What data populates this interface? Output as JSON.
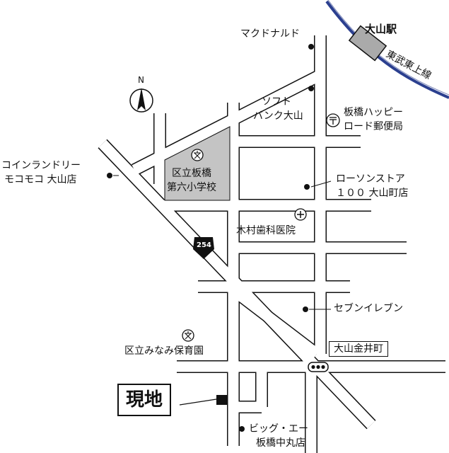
{
  "station": {
    "name": "大山駅",
    "line": "東武東上線"
  },
  "compass": {
    "label": "N"
  },
  "route": {
    "number": "254"
  },
  "site": {
    "label": "現地"
  },
  "intersection": {
    "label": "大山金井町"
  },
  "landmarks": {
    "mcdonalds": "マクドナルド",
    "softbank_l1": "ソフト",
    "softbank_l2": "バンク大山",
    "post_l1": "板橋ハッピー",
    "post_l2": "ロード郵便局",
    "laundry_l1": "コインランドリー",
    "laundry_l2": "モコモコ 大山店",
    "school_l1": "区立板橋",
    "school_l2": "第六小学校",
    "lawson_l1": "ローソンストア",
    "lawson_l2": "１００ 大山町店",
    "dental": "木村歯科医院",
    "seven": "セブンイレブン",
    "nursery": "区立みなみ保育園",
    "bigA_l1": "ビッグ・エー",
    "bigA_l2": "板橋中丸店"
  },
  "colors": {
    "school_fill": "#c4c4c4",
    "rail_dark": "#2b3f8f"
  }
}
